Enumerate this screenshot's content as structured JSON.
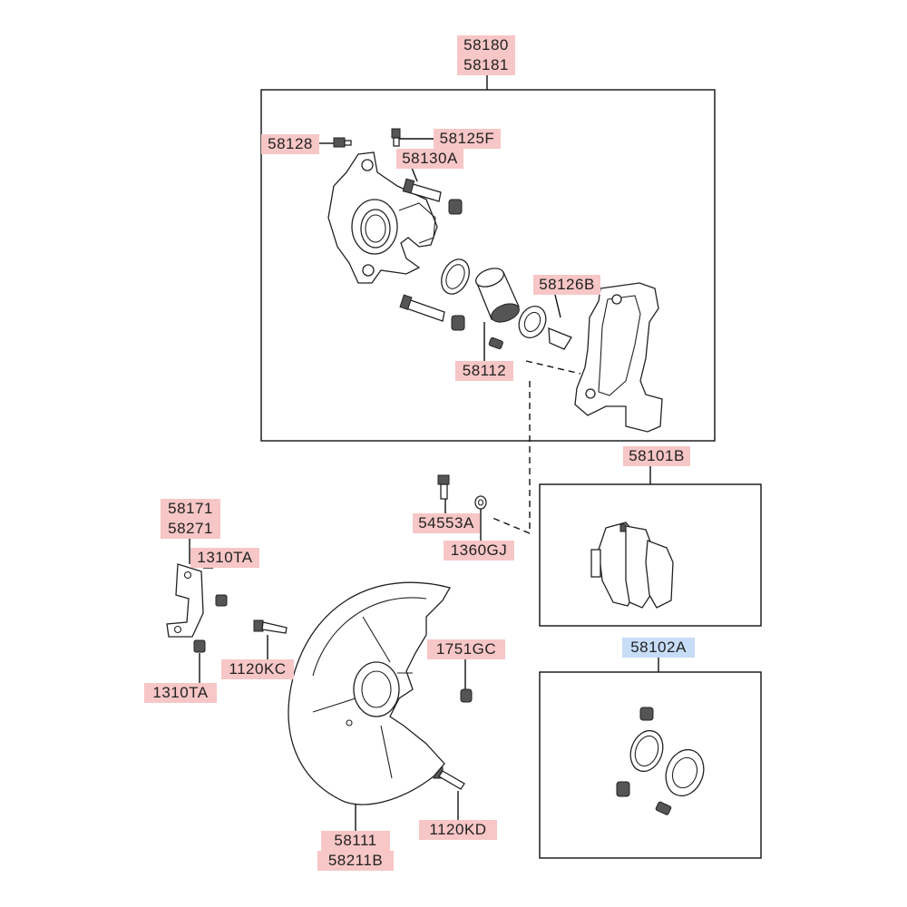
{
  "labels": {
    "caliper_assy_lh": "58180",
    "caliper_assy_rh": "58181",
    "bleeder_screw": "58128",
    "guide_rod_bolt": "58125F",
    "pin_boot": "58130A",
    "piston_seal_kit": "58126B",
    "piston": "58112",
    "pad_kit": "58101B",
    "bolt_54553a": "54553A",
    "washer_1360gj": "1360GJ",
    "hose_bracket_lh": "58171",
    "hose_bracket_rh": "58271",
    "nut_upper": "1310TA",
    "nut_lower": "1310TA",
    "bolt_1120kc": "1120KC",
    "nut_1751gc": "1751GC",
    "seal_kit": "58102A",
    "dust_cover_lh": "58111",
    "dust_cover_rh": "58211B",
    "bolt_1120kd": "1120KD"
  },
  "colors": {
    "label_bg": "#f7c6c6",
    "highlight_bg": "#c6dcf7",
    "line": "#111111"
  }
}
